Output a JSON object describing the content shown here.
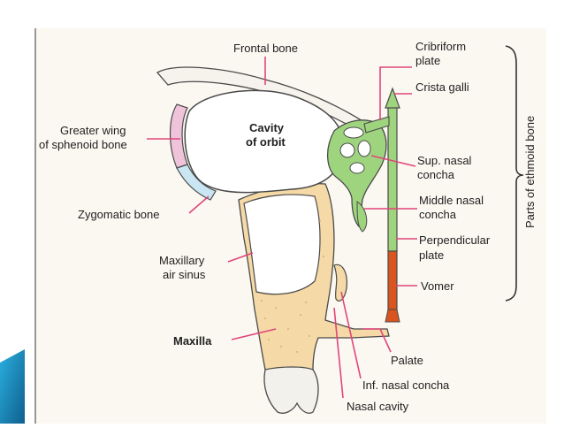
{
  "labels": {
    "frontal_bone": "Frontal bone",
    "cribriform": [
      "Cribriform",
      "plate"
    ],
    "crista_galli": "Crista galli",
    "greater_wing": [
      "Greater wing",
      "of sphenoid bone"
    ],
    "cavity_of_orbit": [
      "Cavity",
      "of orbit"
    ],
    "sup_nasal_concha": [
      "Sup. nasal",
      "concha"
    ],
    "middle_nasal_concha": [
      "Middle nasal",
      "concha"
    ],
    "zygomatic_bone": "Zygomatic bone",
    "perpendicular_plate": [
      "Perpendicular",
      "plate"
    ],
    "maxillary_air_sinus": [
      "Maxillary",
      "air sinus"
    ],
    "vomer": "Vomer",
    "maxilla": "Maxilla",
    "palate": "Palate",
    "inf_nasal_concha": "Inf. nasal concha",
    "nasal_cavity": "Nasal cavity",
    "parts_of_ethmoid_bone": "Parts of ethmoid bone"
  },
  "colors": {
    "page": "#fbf8f1",
    "ethmoid": "#9fd47f",
    "maxilla": "#f5d9a6",
    "vomer": "#d9541e",
    "sphenoid": "#efc3da",
    "zygomatic": "#c9e6f2",
    "leader": "#e0457b",
    "outline": "#4a4a4a",
    "tooth": "#f3f1ec",
    "corner_accent": "#1f8fc0"
  }
}
